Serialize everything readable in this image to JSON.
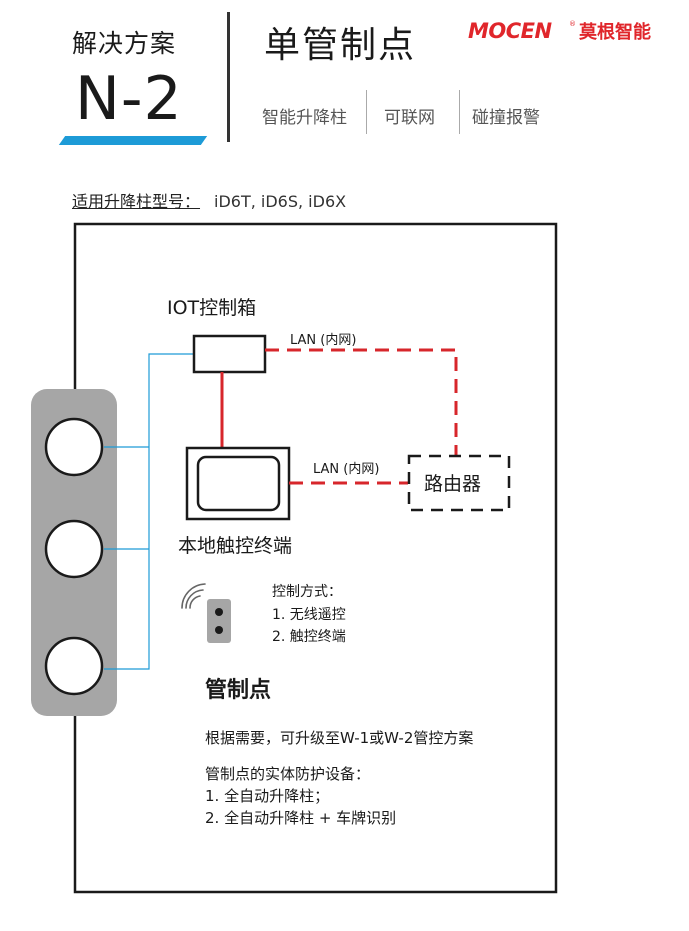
{
  "header": {
    "scheme_label": "解决方案",
    "scheme_code": "N-2",
    "product_title": "单管制点",
    "features": [
      "智能升降柱",
      "可联网",
      "碰撞报警"
    ],
    "brand": {
      "name": "MOCEN",
      "cn": "莫根智能",
      "color": "#e0262b"
    },
    "accent_color": "#1d9bd7"
  },
  "models": {
    "label": "适用升降柱型号：",
    "value": "iD6T, iD6S, iD6X"
  },
  "diagram": {
    "iot_box_label": "IOT控制箱",
    "lan_label_top": "LAN (内网)",
    "lan_label_mid": "LAN (内网)",
    "router_label": "路由器",
    "terminal_label": "本地触控终端",
    "control_title": "控制方式：",
    "control_items": [
      "1. 无线遥控",
      "2. 触控终端"
    ],
    "point_title": "管制点",
    "line_color": "#d7262b",
    "bollard_color": "#a6a6a6",
    "connector_color": "#1d9bd7"
  },
  "notes": {
    "upgrade": "根据需要，可升级至W-1或W-2管控方案",
    "equip_title": "管制点的实体防护设备：",
    "equip_items": [
      "1. 全自动升降柱；",
      "2. 全自动升降柱 + 车牌识别"
    ]
  }
}
